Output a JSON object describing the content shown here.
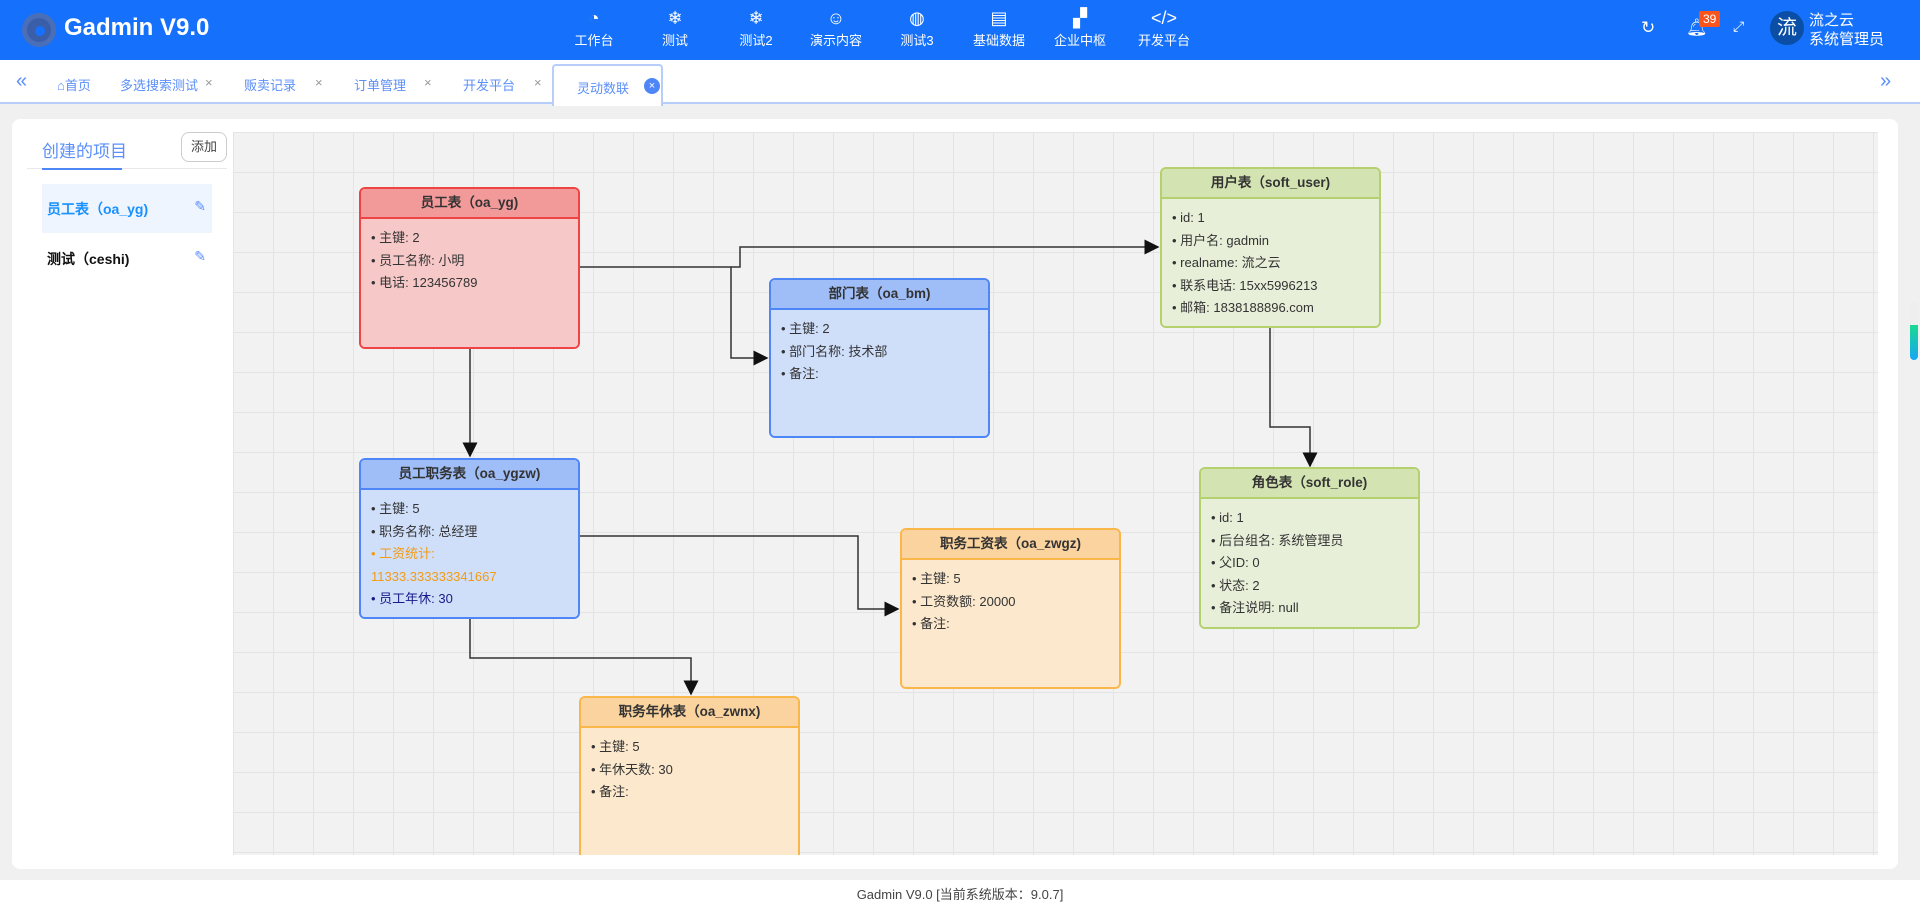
{
  "header": {
    "brand": "Gadmin V9.0",
    "nav": [
      {
        "label": "工作台",
        "icon": "dashboard-icon"
      },
      {
        "label": "测试",
        "icon": "snowflake-icon"
      },
      {
        "label": "测试2",
        "icon": "snowflake-icon"
      },
      {
        "label": "演示内容",
        "icon": "smile-icon"
      },
      {
        "label": "测试3",
        "icon": "compass-icon"
      },
      {
        "label": "基础数据",
        "icon": "clipboard-icon"
      },
      {
        "label": "企业中枢",
        "icon": "apps-icon"
      },
      {
        "label": "开发平台",
        "icon": "code-icon"
      }
    ],
    "notifications": "39",
    "avatar": "流",
    "user_name": "流之云",
    "user_role": "系统管理员"
  },
  "tabs": {
    "items": [
      "首页",
      "多选搜索测试",
      "贩卖记录",
      "订单管理",
      "开发平台"
    ],
    "active": "灵动数联"
  },
  "sidebar": {
    "title": "创建的项目",
    "add": "添加",
    "items": [
      {
        "label": "员工表（oa_yg)",
        "active": true
      },
      {
        "label": "测试（ceshi)",
        "active": false
      }
    ]
  },
  "tables": [
    {
      "title": "员工表（oa_yg)",
      "color": "red",
      "rows": [
        "• 主键: 2",
        "• 员工名称: 小明",
        "• 电话: 123456789"
      ]
    },
    {
      "title": "部门表（oa_bm)",
      "color": "blue",
      "rows": [
        "• 主键: 2",
        "• 部门名称: 技术部",
        "• 备注:"
      ]
    },
    {
      "title": "用户表（soft_user)",
      "color": "green",
      "rows": [
        "• id: 1",
        "• 用户名: gadmin",
        "• realname: 流之云",
        "• 联系电话: 15xx5996213",
        "• 邮箱: 1838188896.com"
      ]
    },
    {
      "title": "员工职务表（oa_ygzw)",
      "color": "blue",
      "rows": [
        "• 主键: 5",
        "• 职务名称: 总经理",
        "• 工资统计:",
        "11333.333333341667",
        "• 员工年休: 30"
      ]
    },
    {
      "title": "职务工资表（oa_zwgz)",
      "color": "orange",
      "rows": [
        "• 主键: 5",
        "• 工资数额: 20000",
        "• 备注:"
      ]
    },
    {
      "title": "角色表（soft_role)",
      "color": "green",
      "rows": [
        "• id: 1",
        "• 后台组名: 系统管理员",
        "• 父ID: 0",
        "• 状态: 2",
        "• 备注说明: null"
      ]
    },
    {
      "title": "职务年休表（oa_zwnx)",
      "color": "orange",
      "rows": [
        "• 主键: 5",
        "• 年休天数: 30",
        "• 备注:"
      ]
    }
  ],
  "footer": "Gadmin V9.0 [当前系统版本：9.0.7]"
}
